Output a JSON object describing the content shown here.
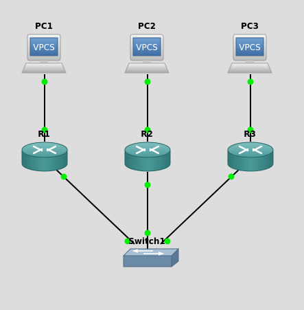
{
  "canvas": {
    "background": "#dddddd"
  },
  "colors": {
    "link": "#000000",
    "port_up": "#00ee00",
    "router_teal": "#3c8c8c",
    "switch_blue": "#6f8fae",
    "pc_screen": "#4f7fb5"
  },
  "nodes": {
    "pc1": {
      "label": "PC1",
      "screen_text": "VPCS",
      "type": "vpcs",
      "icon": "computer-icon"
    },
    "pc2": {
      "label": "PC2",
      "screen_text": "VPCS",
      "type": "vpcs",
      "icon": "computer-icon"
    },
    "pc3": {
      "label": "PC3",
      "screen_text": "VPCS",
      "type": "vpcs",
      "icon": "computer-icon"
    },
    "r1": {
      "label": "R1",
      "type": "router",
      "icon": "router-icon"
    },
    "r2": {
      "label": "R2",
      "type": "router",
      "icon": "router-icon"
    },
    "r3": {
      "label": "R3",
      "type": "router",
      "icon": "router-icon"
    },
    "switch1": {
      "label": "Switch1",
      "type": "switch",
      "icon": "switch-icon"
    }
  },
  "links": [
    {
      "from": "PC1",
      "to": "R1",
      "status": "up"
    },
    {
      "from": "PC2",
      "to": "R2",
      "status": "up"
    },
    {
      "from": "PC3",
      "to": "R3",
      "status": "up"
    },
    {
      "from": "R1",
      "to": "Switch1",
      "status": "up"
    },
    {
      "from": "R2",
      "to": "Switch1",
      "status": "up"
    },
    {
      "from": "R3",
      "to": "Switch1",
      "status": "up"
    }
  ]
}
